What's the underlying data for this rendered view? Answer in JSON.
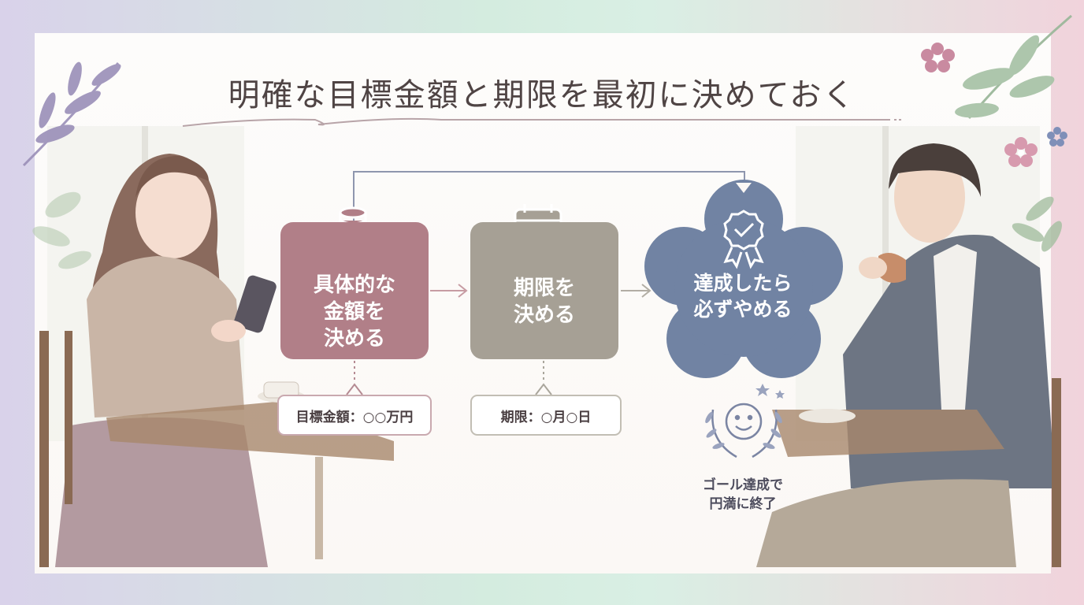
{
  "title": "明確な目標金額と期限を最初に決めておく",
  "steps": [
    {
      "label": "具体的な\n金額を\n決める",
      "icon": "coins-yen-icon",
      "note": "目標金額：○○万円",
      "color": "#b17f88"
    },
    {
      "label": "期限を\n決める",
      "icon": "calendar-clock-icon",
      "note": "期限：○月○日",
      "color": "#a6a095"
    },
    {
      "label": "達成したら\n必ずやめる",
      "icon": "award-check-icon",
      "color": "#7183a3"
    }
  ],
  "goal_caption": "ゴール達成で\n円満に終了",
  "colors": {
    "accent_rose": "#b17f88",
    "accent_gray": "#a6a095",
    "accent_blue": "#7183a3"
  }
}
